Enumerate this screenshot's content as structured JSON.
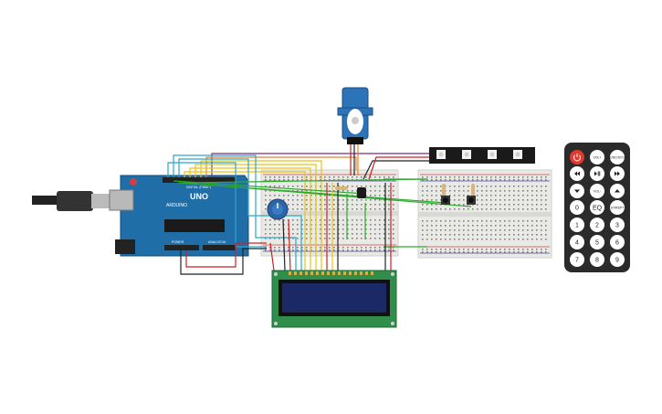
{
  "arduino": {
    "logo": "UNO",
    "brand": "ARDUINO",
    "header_digital": "DIGITAL (PWM~)",
    "header_power": "POWER",
    "header_analog": "ANALOG IN"
  },
  "remote": {
    "buttons": [
      {
        "label": "",
        "icon": "power-icon"
      },
      {
        "label": "VOL+"
      },
      {
        "label": "FUNC/STOP"
      },
      {
        "label": "",
        "icon": "rewind-icon"
      },
      {
        "label": "",
        "icon": "play-pause-icon"
      },
      {
        "label": "",
        "icon": "fast-forward-icon"
      },
      {
        "label": "",
        "icon": "down-icon"
      },
      {
        "label": "VOL-"
      },
      {
        "label": "",
        "icon": "up-icon"
      },
      {
        "label": "0"
      },
      {
        "label": "EQ"
      },
      {
        "label": "ST/REPT"
      },
      {
        "label": "1"
      },
      {
        "label": "2"
      },
      {
        "label": "3"
      },
      {
        "label": "4"
      },
      {
        "label": "5"
      },
      {
        "label": "6"
      },
      {
        "label": "7"
      },
      {
        "label": "8"
      },
      {
        "label": "9"
      }
    ]
  },
  "colors": {
    "arduino_blue": "#1f6ea8",
    "breadboard": "#e9e9e6",
    "lcd_board": "#2f8f4a",
    "lcd_screen": "#1b2a66",
    "remote_body": "#2b2b2b",
    "power_red": "#e23a2e",
    "wire_red": "#cc2222",
    "wire_black": "#222222",
    "wire_green": "#2eaa2e",
    "wire_yellow": "#e8c416",
    "wire_purple": "#7a2a8a",
    "wire_cyan": "#2aa7c8",
    "wire_orange": "#e8842a",
    "servo_blue": "#2c73b8"
  }
}
